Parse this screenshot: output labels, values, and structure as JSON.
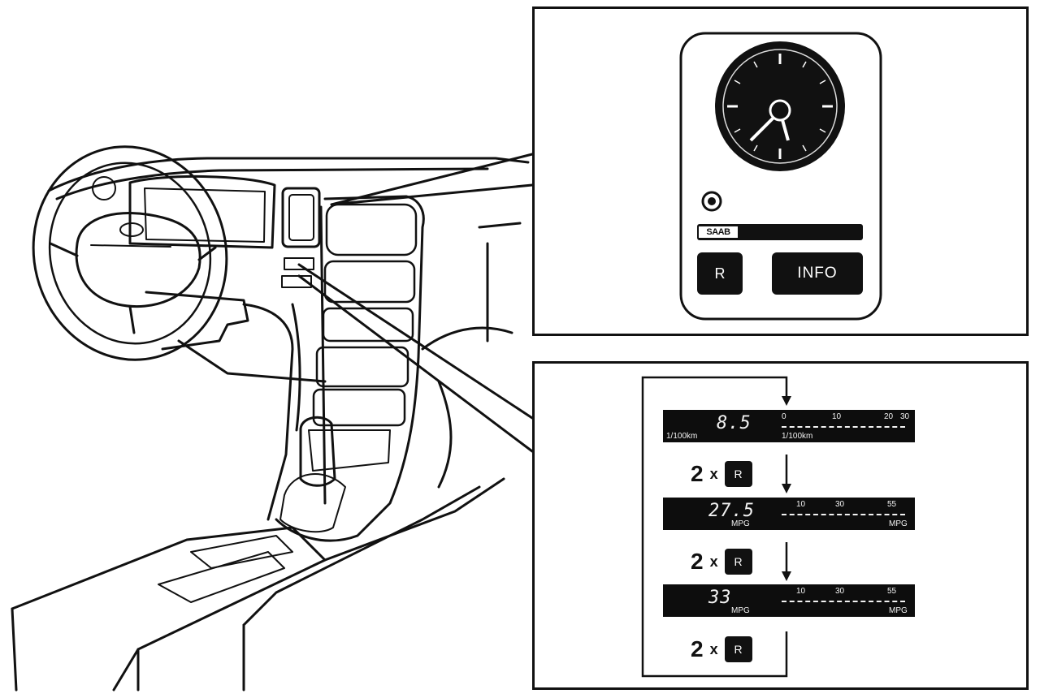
{
  "clock_unit": {
    "brand": "SAAB",
    "buttons": {
      "r_label": "R",
      "info_label": "INFO"
    }
  },
  "display_sequence": {
    "screens": [
      {
        "readout": "8.5",
        "unit_left": "1/100km",
        "unit_right": "1/100km",
        "scale": [
          "0",
          "10",
          "20",
          "30"
        ]
      },
      {
        "readout": "27.5",
        "unit_left": "MPG",
        "unit_right": "MPG",
        "scale": [
          "10",
          "30",
          "55"
        ]
      },
      {
        "readout": "33",
        "unit_left": "MPG",
        "unit_right": "MPG",
        "scale": [
          "10",
          "30",
          "55"
        ]
      }
    ],
    "presses": [
      {
        "count": "2",
        "times": "x",
        "button": "R"
      },
      {
        "count": "2",
        "times": "x",
        "button": "R"
      },
      {
        "count": "2",
        "times": "x",
        "button": "R"
      }
    ]
  }
}
